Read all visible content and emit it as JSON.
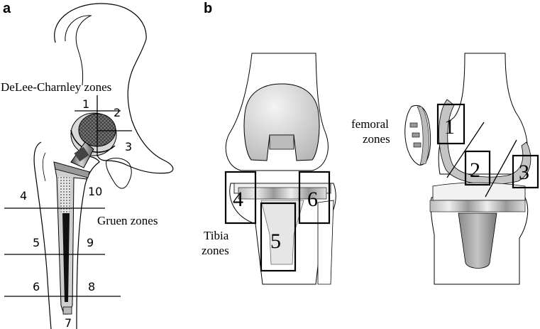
{
  "panel_a": {
    "letter": "a",
    "delee_label": "DeLee-Charnley zones",
    "gruen_label": "Gruen zones",
    "delee_zones": [
      "1",
      "2",
      "3"
    ],
    "gruen_zones": [
      "4",
      "5",
      "6",
      "7",
      "8",
      "9",
      "10"
    ]
  },
  "panel_b": {
    "letter": "b",
    "tibia_label_line1": "Tibia",
    "tibia_label_line2": "zones",
    "femoral_label_line1": "femoral",
    "femoral_label_line2": "zones",
    "tibia_zones": [
      "4",
      "5",
      "6"
    ],
    "femoral_zones": [
      "1",
      "2",
      "3"
    ]
  }
}
